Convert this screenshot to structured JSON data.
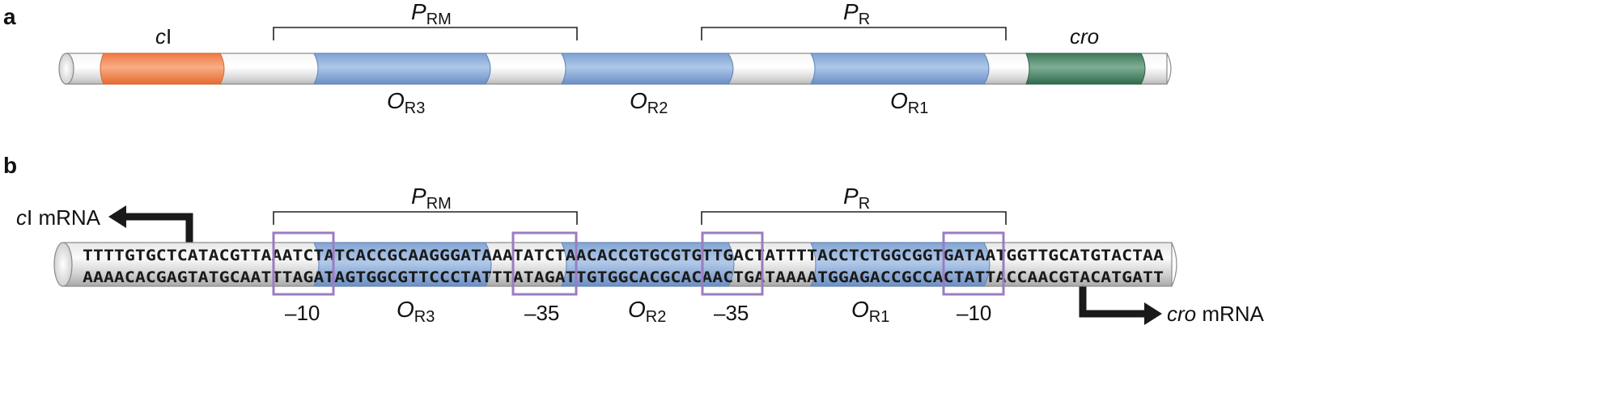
{
  "panel_a": {
    "letter": "a",
    "labels": {
      "ci_italic": "c",
      "ci_rest": "I",
      "cro": "cro",
      "prm_main": "P",
      "prm_sub": "RM",
      "pr_main": "P",
      "pr_sub": "R",
      "or3_main": "O",
      "or3_sub": "R3",
      "or2_main": "O",
      "or2_sub": "R2",
      "or1_main": "O",
      "or1_sub": "R1"
    }
  },
  "panel_b": {
    "letter": "b",
    "top_strand": "TTTTGTGCTCATACGTTAAATCTATCACCGCAAGGGATAAATATCTAACACCGTGCGTGTTGACTATTTTACCTCTGGCGGTGATAATGGTTGCATGTACTAA",
    "bottom_strand": "AAAACACGAGTATGCAATTTAGATAGTGGCGTTCCCTATTTATAGATTGTGGCACGCACAACTGATAAAATGGAGACCGCCACTATTACCAACGTACATGATT",
    "mrna_ci_italic": "c",
    "mrna_ci_rest": "I mRNA",
    "mrna_cro_italic": "cro",
    "mrna_cro_rest": " mRNA",
    "labels": {
      "prm_main": "P",
      "prm_sub": "RM",
      "pr_main": "P",
      "pr_sub": "R",
      "or3_main": "O",
      "or3_sub": "R3",
      "or2_main": "O",
      "or2_sub": "R2",
      "or1_main": "O",
      "or1_sub": "R1"
    },
    "box_labels": [
      "–10",
      "–35",
      "–35",
      "–10"
    ]
  },
  "colors": {
    "ci_gene": "#f08a55",
    "cro_gene": "#4d8a6a",
    "operator": "#8fb0d8",
    "box": "#9b7cc0",
    "tube": "#e6e6e6",
    "arrow": "#1a1a1a"
  }
}
